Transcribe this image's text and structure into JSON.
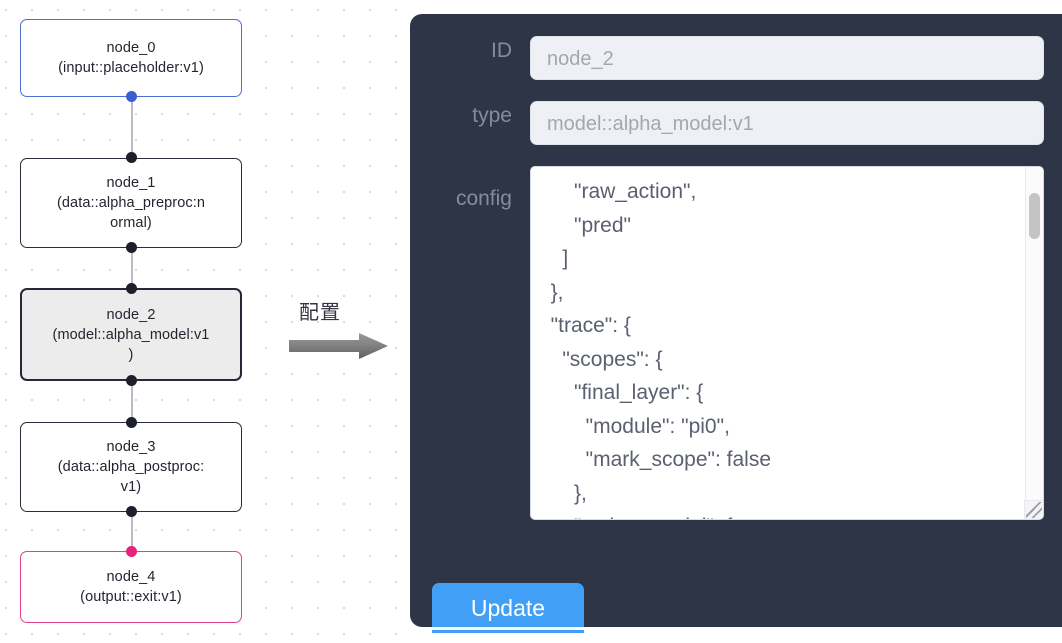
{
  "canvas": {
    "nodes": [
      {
        "id": "node_0",
        "title": "node_0",
        "subtitle": "(input::placeholder:v1)",
        "text": "node_0\n(input::placeholder:v1)",
        "state": "input",
        "border_color": "#4f6fd0"
      },
      {
        "id": "node_1",
        "title": "node_1",
        "subtitle": "(data::alpha_preproc:normal)",
        "text": "node_1\n(data::alpha_preproc:n\normal)",
        "state": "default",
        "border_color": "#2b2d3a"
      },
      {
        "id": "node_2",
        "title": "node_2",
        "subtitle": "(model::alpha_model:v1)",
        "text": "node_2\n(model::alpha_model:v1\n)",
        "state": "selected",
        "border_color": "#262836",
        "fill_color": "#ececec"
      },
      {
        "id": "node_3",
        "title": "node_3",
        "subtitle": "(data::alpha_postproc:v1)",
        "text": "node_3\n(data::alpha_postproc:\nv1)",
        "state": "default",
        "border_color": "#2b2d3a"
      },
      {
        "id": "node_4",
        "title": "node_4",
        "subtitle": "(output::exit:v1)",
        "text": "node_4\n(output::exit:v1)",
        "state": "output",
        "border_color": "#e0408c"
      }
    ]
  },
  "arrow": {
    "caption": "配置"
  },
  "panel": {
    "background_color": "#2e3546",
    "fields": {
      "id": {
        "label": "ID",
        "value": "node_2"
      },
      "type": {
        "label": "type",
        "value": "model::alpha_model:v1"
      },
      "config": {
        "label": "config",
        "value": "      \"raw_action\",\n      \"pred\"\n    ]\n  },\n  \"trace\": {\n    \"scopes\": {\n      \"final_layer\": {\n        \"module\": \"pi0\",\n        \"mark_scope\": false\n      },\n      \"action_model\": {"
      }
    },
    "update_button": {
      "label": "Update",
      "color": "#41a0f5"
    }
  }
}
